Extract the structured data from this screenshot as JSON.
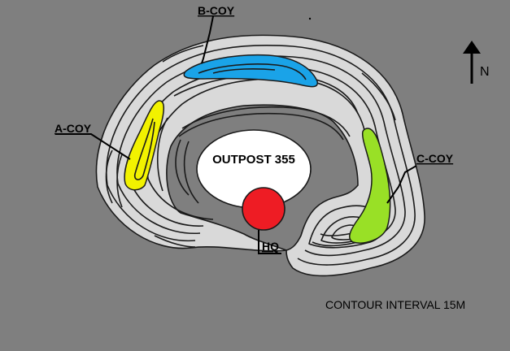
{
  "units": {
    "a_coy": "A-COY",
    "b_coy": "B-COY",
    "c_coy": "C-COY",
    "hq": "HQ"
  },
  "outpost": "OUTPOST 355",
  "north_label": "N",
  "contour_note": "CONTOUR INTERVAL 15M",
  "colors": {
    "background": "#7f7f7f",
    "terrain": "#d9d9d9",
    "a_coy": "#f2f200",
    "b_coy": "#1aa3e8",
    "c_coy": "#99e026",
    "hq": "#ee1c24",
    "outpost": "#ffffff"
  }
}
